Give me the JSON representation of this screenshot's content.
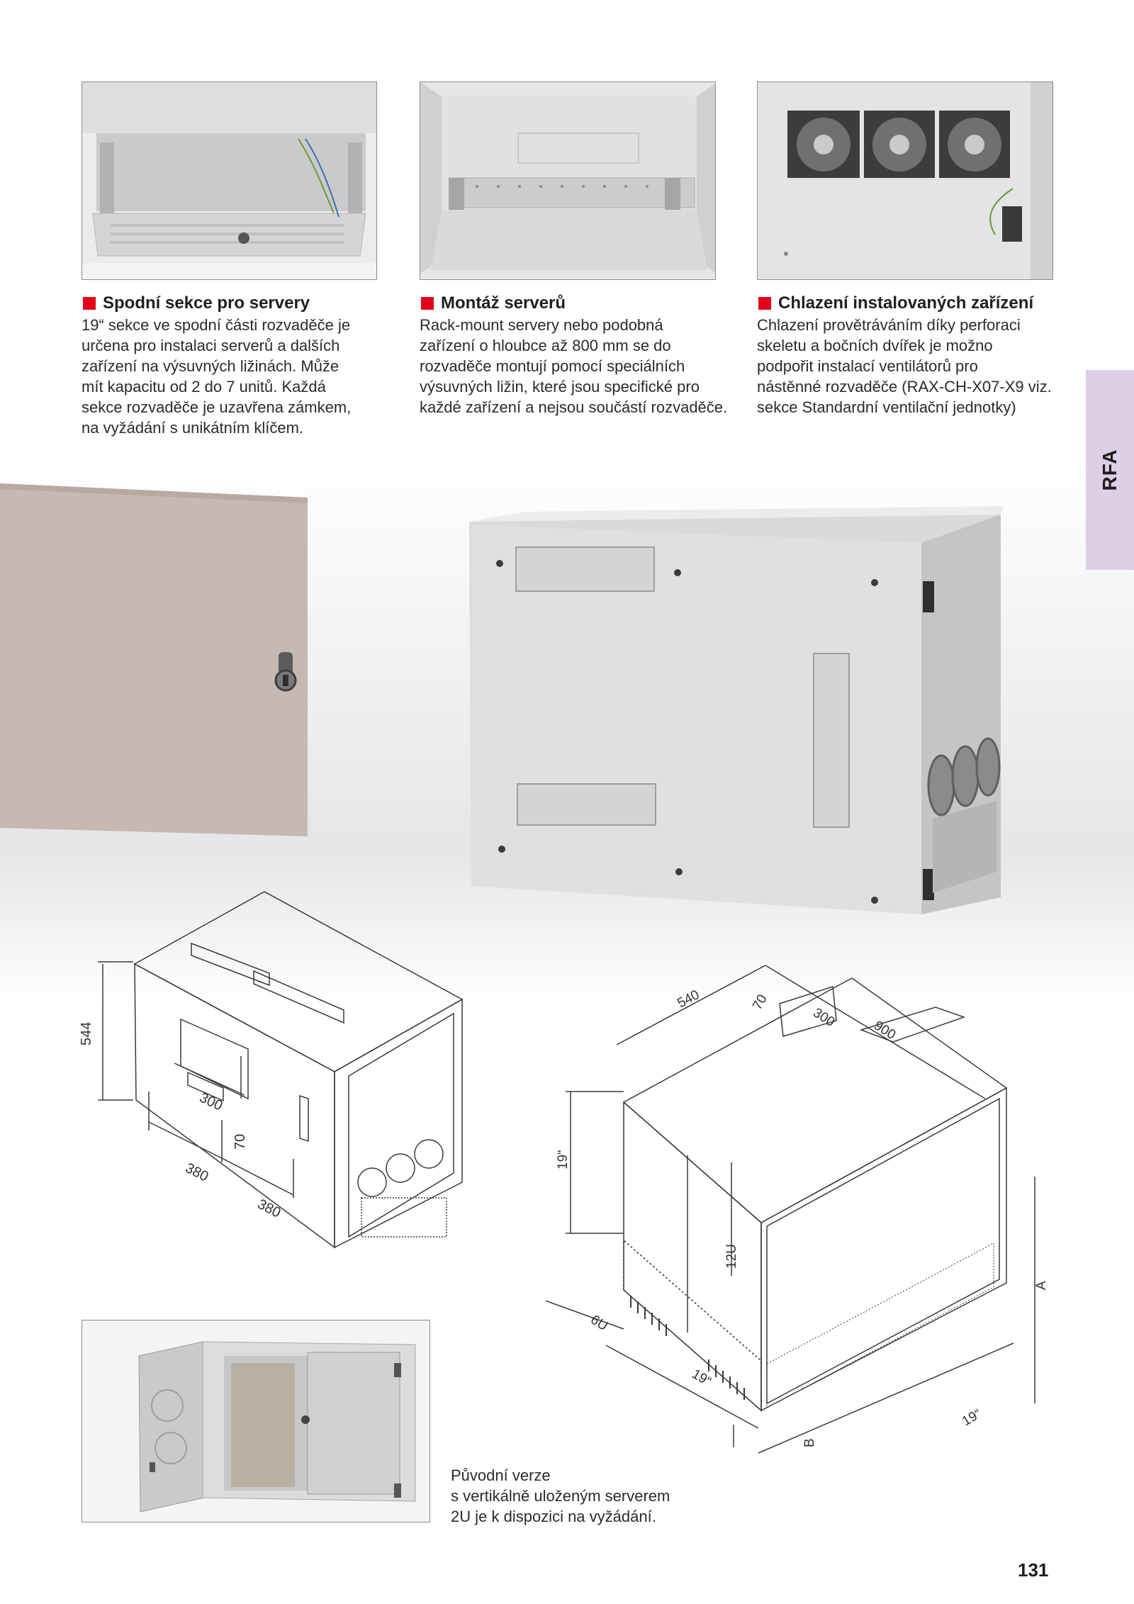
{
  "features": [
    {
      "title": "Spodní sekce pro servery",
      "lines": [
        "19“ sekce ve spodní části rozvaděče je",
        "určena pro instalaci serverů a dalších",
        "zařízení na výsuvných ližinách. Může",
        "mít kapacitu od 2 do 7 unitů. Každá",
        "sekce rozvaděče je uzavřena zámkem,",
        "na vyžádání s unikátním klíčem."
      ]
    },
    {
      "title": "Montáž serverů",
      "lines": [
        "Rack-mount servery nebo podobná",
        "zařízení o hloubce až 800 mm se do",
        "rozvaděče montují pomocí speciálních",
        "výsuvných ližin, které jsou specifické pro",
        "každé zařízení a nejsou součástí rozvaděče."
      ]
    },
    {
      "title": "Chlazení instalovaných zařízení",
      "lines": [
        "Chlazení provětráváním díky perforaci",
        "skeletu  a bočních dvířek je možno",
        "podpořit instalací ventilátorů pro",
        "nástěnné rozvaděče (RAX-CH-X07-X9 viz.",
        "sekce Standardní ventilační jednotky)"
      ]
    }
  ],
  "side_tab": "RFA",
  "drawing_left": {
    "dim_height": "544",
    "dim_slot_w": "300",
    "dim_slot_h": "70",
    "dim_hole_1": "380",
    "dim_hole_2": "380"
  },
  "drawing_right": {
    "dim_width": "540",
    "dim_slot_h": "70",
    "dim_slot_w": "300",
    "dim_depth": "900",
    "dim_19": "19“",
    "dim_12u": "12U",
    "dim_6u": "6U",
    "dim_19_bottom": "19“",
    "dim_19_right": "19“",
    "dim_a": "A",
    "dim_b": "B"
  },
  "caption_lines": [
    "Původní verze",
    "s vertikálně uloženým serverem",
    "2U je k dispozici na vyžádání."
  ],
  "page_number": "131",
  "accent_color": "#e3001b",
  "tab_color": "#dccfe6"
}
